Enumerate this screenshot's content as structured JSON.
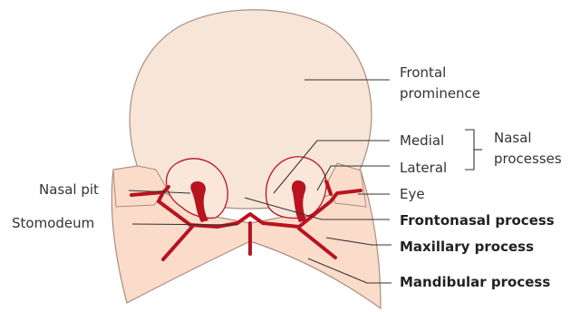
{
  "labels": {
    "frontal_line1": "Frontal",
    "frontal_line2": "prominence",
    "medial": "Medial",
    "lateral": "Lateral",
    "nasal_line1": "Nasal",
    "nasal_line2": "processes",
    "eye": "Eye",
    "nasal_pit": "Nasal pit",
    "stomodeum": "Stomodeum",
    "frontonasal": "Frontonasal process",
    "maxillary": "Maxillary process",
    "mandibular": "Mandibular process"
  },
  "colors": {
    "head_fill": "#f7e5d7",
    "process_fill": "#fbdccb",
    "outline": "#a88e80",
    "groove_red": "#b8131f",
    "text": "#333333"
  }
}
